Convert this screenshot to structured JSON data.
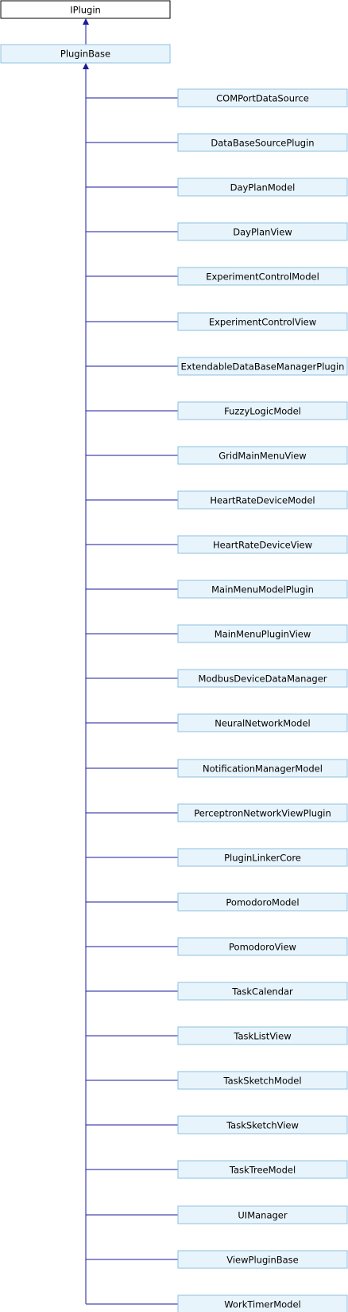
{
  "diagram": {
    "interface": "IPlugin",
    "base": "PluginBase",
    "derived": [
      "COMPortDataSource",
      "DataBaseSourcePlugin",
      "DayPlanModel",
      "DayPlanView",
      "ExperimentControlModel",
      "ExperimentControlView",
      "ExtendableDataBaseManagerPlugin",
      "FuzzyLogicModel",
      "GridMainMenuView",
      "HeartRateDeviceModel",
      "HeartRateDeviceView",
      "MainMenuModelPlugin",
      "MainMenuPluginView",
      "ModbusDeviceDataManager",
      "NeuralNetworkModel",
      "NotificationManagerModel",
      "PerceptronNetworkViewPlugin",
      "PluginLinkerCore",
      "PomodoroModel",
      "PomodoroView",
      "TaskCalendar",
      "TaskListView",
      "TaskSketchModel",
      "TaskSketchView",
      "TaskTreeModel",
      "UIManager",
      "ViewPluginBase",
      "WorkTimerModel"
    ]
  },
  "colors": {
    "line": "#1a1a9c",
    "box_fill": "#e8f4fc",
    "box_border": "#8cbfe0",
    "root_fill": "#ffffff",
    "root_border": "#000000"
  }
}
